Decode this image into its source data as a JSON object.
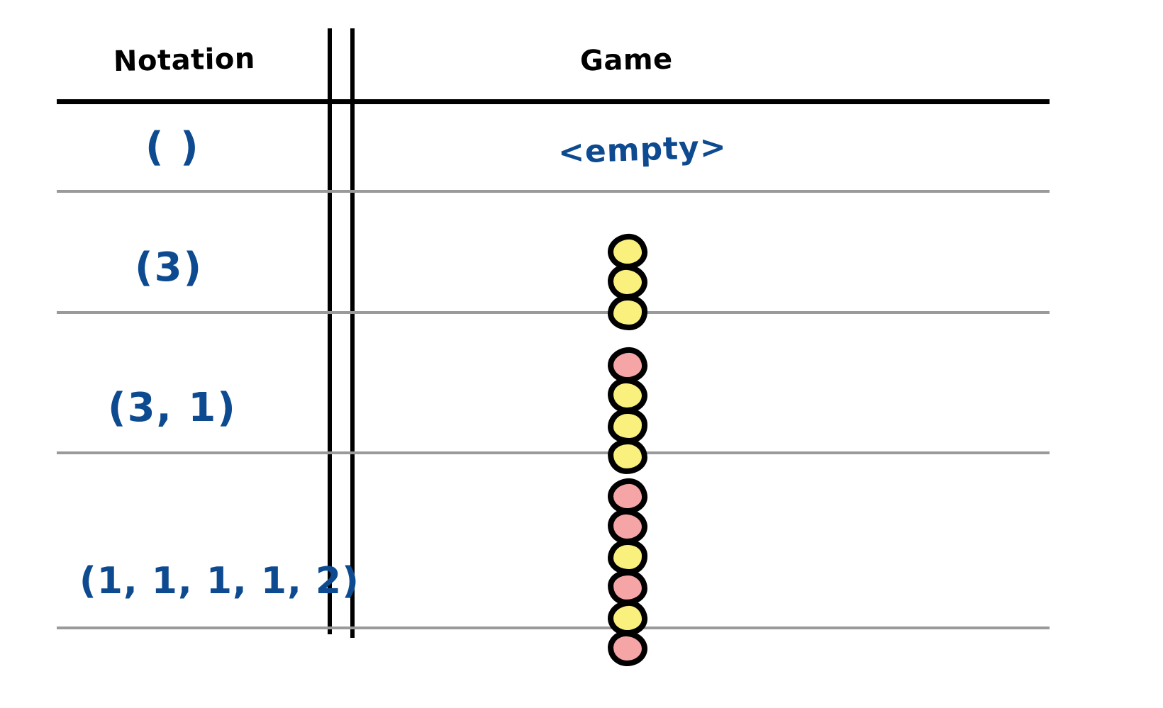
{
  "figure": {
    "kind": "hand-drawn-table",
    "ink_color": "#0d4a8f",
    "rule_color": "#9a9a9a",
    "header_rule_color": "#000000",
    "ball_colors": {
      "yellow": "#faf07e",
      "pink": "#f5a5a5",
      "outline": "#000000"
    }
  },
  "table": {
    "columns": [
      {
        "key": "notation",
        "label": "Notation"
      },
      {
        "key": "game",
        "label": "Game"
      }
    ],
    "rows": [
      {
        "notation": "( )",
        "game_kind": "text",
        "game_text": "<empty>",
        "balls": []
      },
      {
        "notation": "(3)",
        "game_kind": "stack",
        "game_text": "",
        "balls": [
          "yellow",
          "yellow",
          "yellow"
        ]
      },
      {
        "notation": "(3, 1)",
        "game_kind": "stack",
        "game_text": "",
        "balls": [
          "pink",
          "yellow",
          "yellow",
          "yellow"
        ]
      },
      {
        "notation": "(1, 1, 1, 1, 2)",
        "game_kind": "stack",
        "game_text": "",
        "balls": [
          "pink",
          "pink",
          "yellow",
          "pink",
          "yellow",
          "pink"
        ]
      }
    ]
  }
}
